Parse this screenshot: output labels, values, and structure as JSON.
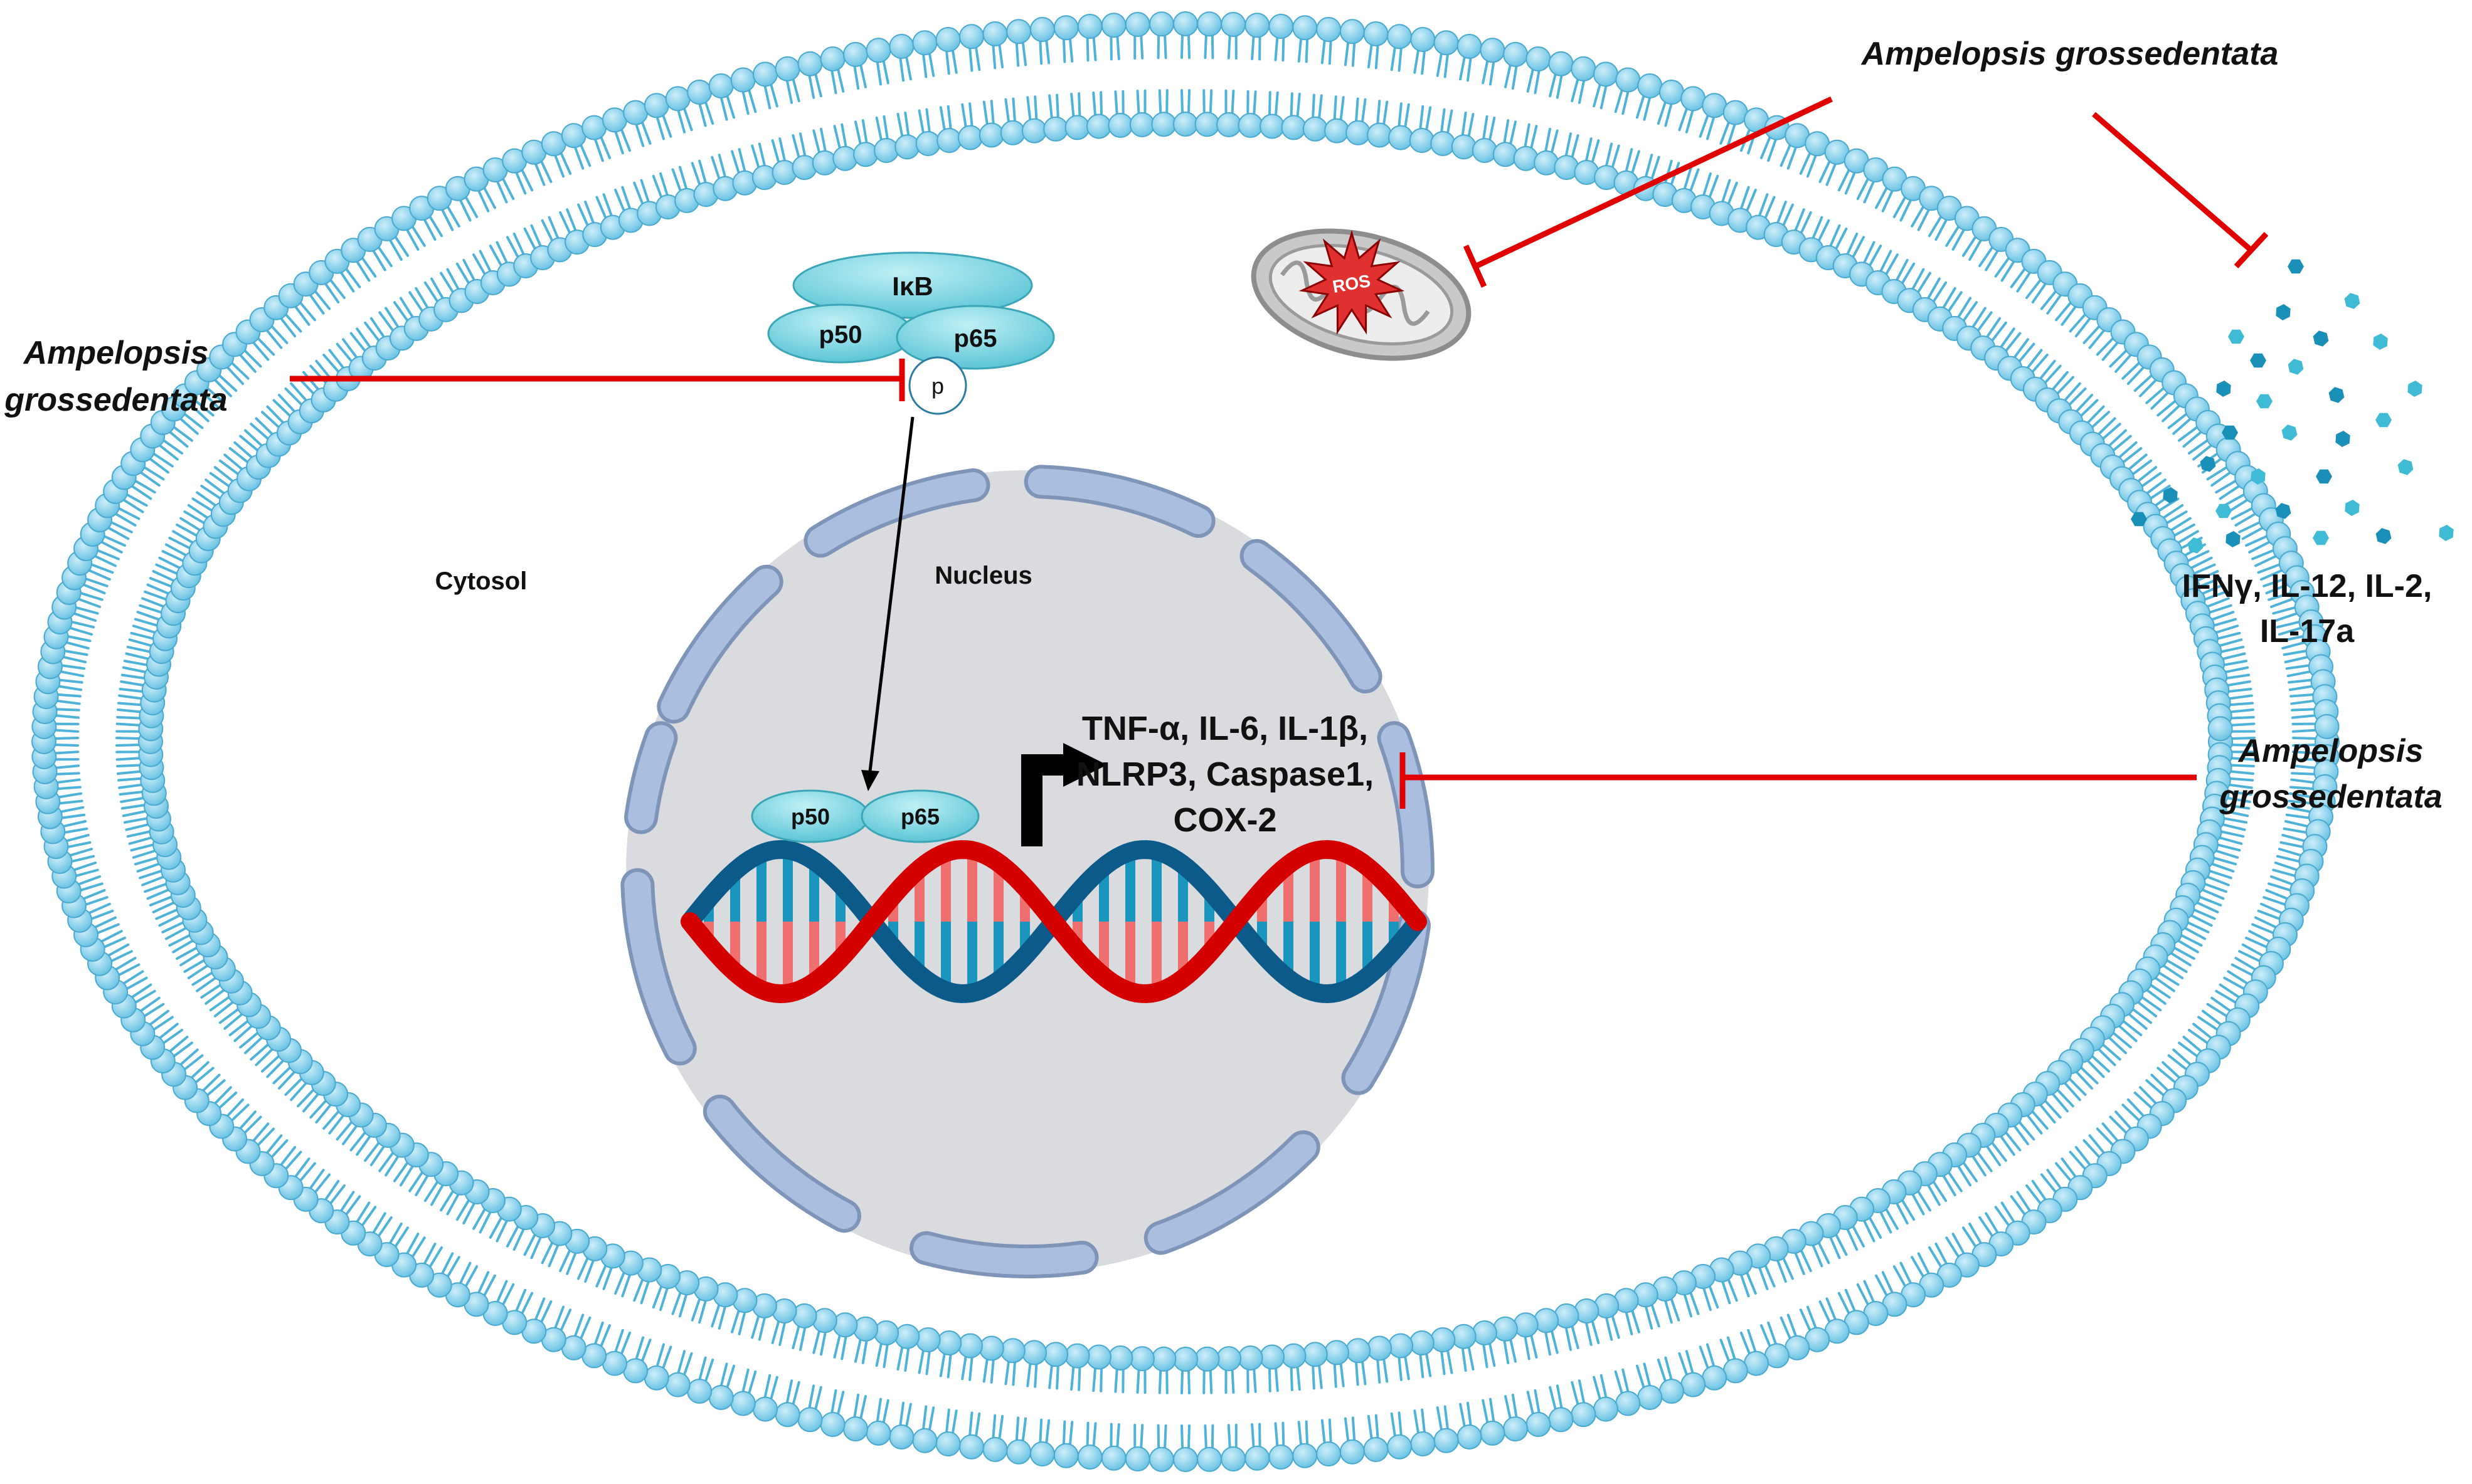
{
  "labels": {
    "cytosol": "Cytosol",
    "nucleus": "Nucleus",
    "ikb": "IκB",
    "p50_top": "p50",
    "p65_top": "p65",
    "phospho": "p",
    "p50_bottom": "p50",
    "p65_bottom": "p65",
    "ros": "ROS"
  },
  "inhibitor_labels": {
    "left_line1": "Ampelopsis",
    "left_line2": "grossedentata",
    "top": "Ampelopsis grossedentata",
    "right_line1": "Ampelopsis",
    "right_line2": "grossedentata"
  },
  "genes": {
    "line1": "TNF-α, IL-6, IL-1β,",
    "line2": "NLRP3, Caspase1,",
    "line3": "COX-2"
  },
  "cytokines": {
    "line1": "IFNγ, IL-12, IL-2,",
    "line2": "IL-17a"
  },
  "colors": {
    "membrane_head": "#8fd3ec",
    "membrane_tail": "#4fb3d9",
    "nucleus_fill": "#d9dbdf",
    "nuclear_pore": "#aabfe0",
    "protein": "#7fd6e2",
    "inhibit_line": "#e00000",
    "dna_red": "#d40000",
    "dna_blue": "#0b5a8a",
    "cytokine_dots": "#1a8fb8"
  }
}
